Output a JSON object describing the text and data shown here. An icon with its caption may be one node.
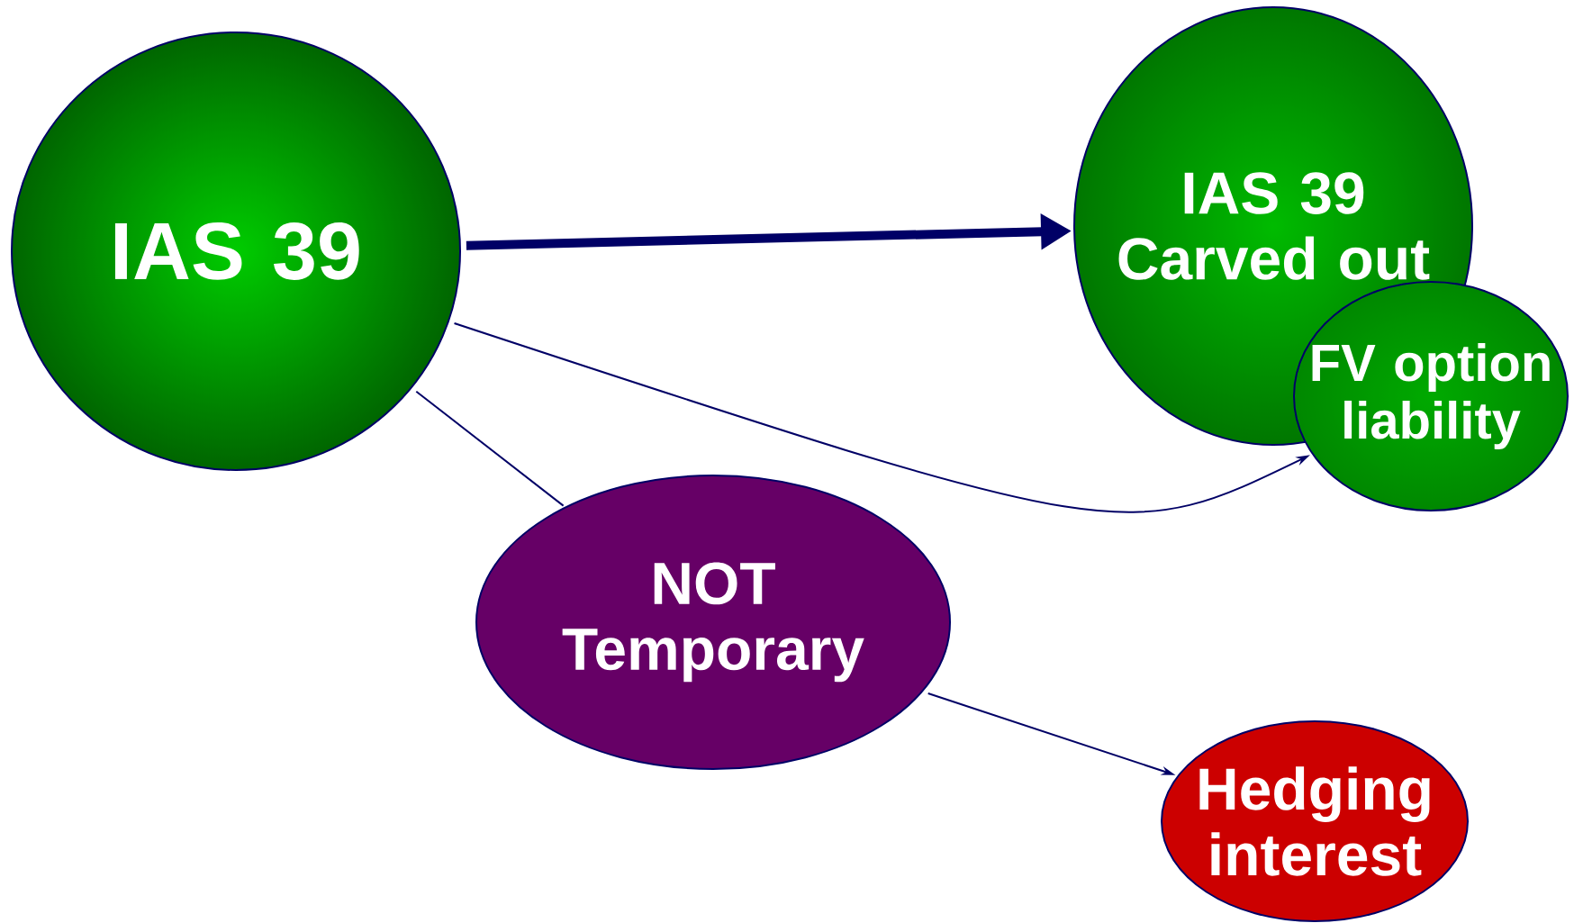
{
  "diagram": {
    "nodes": [
      {
        "text": [
          "IAS 39"
        ]
      },
      {
        "text": [
          "IAS 39 Carved out"
        ]
      },
      {
        "text": [
          "FV option liability"
        ]
      },
      {
        "text": [
          "NOT Temporary"
        ]
      },
      {
        "text": [
          "Hedging interest"
        ]
      }
    ],
    "edges": [
      {
        "from": 0,
        "to": 1,
        "arrow": "to",
        "style": "thick"
      },
      {
        "from": 0,
        "to": 2,
        "arrow": "to"
      },
      {
        "from": 0,
        "to": 3,
        "arrow": "none"
      },
      {
        "from": 3,
        "to": 4,
        "arrow": "to"
      }
    ]
  }
}
